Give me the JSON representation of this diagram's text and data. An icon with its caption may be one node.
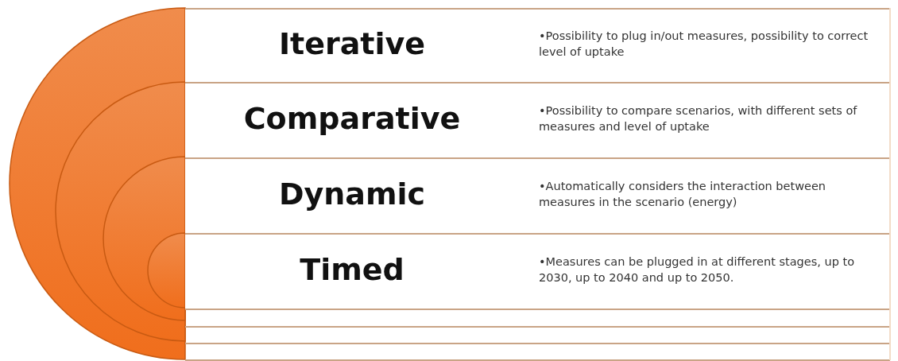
{
  "diagram": {
    "nodes": [
      {
        "text": [
          "Iterative",
          "•Possibility to plug in/out measures, possibility to correct level of uptake"
        ]
      },
      {
        "text": [
          "Comparative",
          "•Possibility to compare scenarios, with different sets of measures and level of uptake"
        ]
      },
      {
        "text": [
          "Dynamic",
          "•Automatically considers the interaction between measures in the scenario (energy)"
        ]
      },
      {
        "text": [
          "Timed",
          "•Measures can be plugged in at different stages, up to 2030, up to 2040 and up to 2050."
        ]
      }
    ]
  }
}
